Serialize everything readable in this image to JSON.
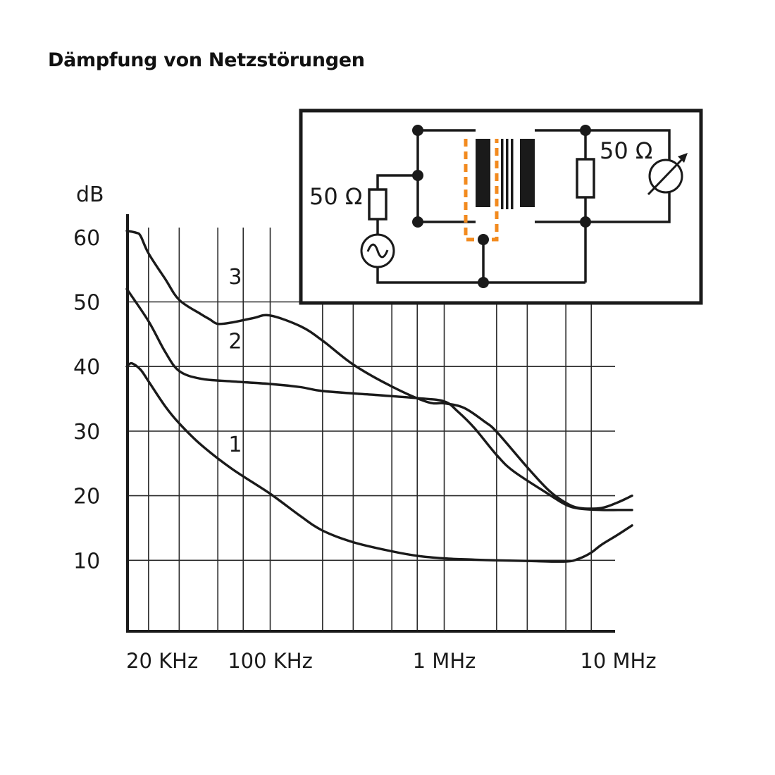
{
  "title": "Dämpfung von Netzstörungen",
  "colors": {
    "ink": "#1a1a1a",
    "shield": "#f28a1e",
    "background": "#ffffff"
  },
  "chart_data": {
    "type": "line",
    "ylabel": "dB",
    "xscale": "log",
    "xunit": "Hz",
    "xlim": [
      15000,
      12500000
    ],
    "ylim": [
      0,
      62
    ],
    "yticks": [
      10,
      20,
      30,
      40,
      50,
      60
    ],
    "xtick_labels": [
      {
        "value": 20000,
        "label": "20 KHz"
      },
      {
        "value": 100000,
        "label": "100 KHz"
      },
      {
        "value": 1000000,
        "label": "1 MHz"
      },
      {
        "value": 10000000,
        "label": "10 MHz"
      }
    ],
    "grid": true,
    "series": [
      {
        "name": "1",
        "points": [
          [
            15000,
            40
          ],
          [
            16000,
            40.5
          ],
          [
            18000,
            39.5
          ],
          [
            20000,
            37.7
          ],
          [
            25000,
            33.8
          ],
          [
            30000,
            31.2
          ],
          [
            40000,
            27.9
          ],
          [
            60000,
            24.2
          ],
          [
            100000,
            20.3
          ],
          [
            150000,
            16.8
          ],
          [
            200000,
            14.6
          ],
          [
            300000,
            12.8
          ],
          [
            500000,
            11.4
          ],
          [
            700000,
            10.7
          ],
          [
            1000000,
            10.3
          ],
          [
            1500000,
            10.1
          ],
          [
            2000000,
            10
          ],
          [
            3000000,
            9.9
          ],
          [
            5000000,
            9.8
          ],
          [
            6000000,
            10.3
          ],
          [
            7000000,
            11.2
          ],
          [
            8000000,
            12.4
          ],
          [
            10000000,
            14
          ],
          [
            12000000,
            15.4
          ]
        ],
        "label_at": [
          63000,
          28
        ]
      },
      {
        "name": "2",
        "points": [
          [
            15000,
            52
          ],
          [
            20000,
            47
          ],
          [
            25000,
            42.2
          ],
          [
            30000,
            39.3
          ],
          [
            40000,
            38.1
          ],
          [
            60000,
            37.7
          ],
          [
            100000,
            37.3
          ],
          [
            150000,
            36.8
          ],
          [
            200000,
            36.2
          ],
          [
            400000,
            35.6
          ],
          [
            700000,
            35.1
          ],
          [
            1000000,
            34.6
          ],
          [
            1200000,
            33
          ],
          [
            1500000,
            30.4
          ],
          [
            2000000,
            26.3
          ],
          [
            2500000,
            23.8
          ],
          [
            4000000,
            20.2
          ],
          [
            5000000,
            18.6
          ],
          [
            6000000,
            18
          ],
          [
            8000000,
            17.8
          ],
          [
            10000000,
            17.8
          ],
          [
            12000000,
            17.8
          ]
        ],
        "label_at": [
          63000,
          44
        ]
      },
      {
        "name": "3",
        "points": [
          [
            15000,
            61
          ],
          [
            17000,
            60.7
          ],
          [
            18000,
            60.2
          ],
          [
            20000,
            57.5
          ],
          [
            25000,
            53.5
          ],
          [
            30000,
            50.3
          ],
          [
            40000,
            48.1
          ],
          [
            45000,
            47.3
          ],
          [
            50000,
            46.6
          ],
          [
            60000,
            46.8
          ],
          [
            80000,
            47.5
          ],
          [
            100000,
            47.9
          ],
          [
            150000,
            46.2
          ],
          [
            200000,
            44
          ],
          [
            300000,
            40.3
          ],
          [
            500000,
            36.9
          ],
          [
            800000,
            34.5
          ],
          [
            1000000,
            34.3
          ],
          [
            1300000,
            33.6
          ],
          [
            1700000,
            31.5
          ],
          [
            2000000,
            29.9
          ],
          [
            3000000,
            24.4
          ],
          [
            4000000,
            20.8
          ],
          [
            5000000,
            18.9
          ],
          [
            6000000,
            18.1
          ],
          [
            8000000,
            18.1
          ],
          [
            10000000,
            19
          ],
          [
            12000000,
            20
          ]
        ],
        "label_at": [
          63000,
          54
        ]
      }
    ]
  },
  "inset": {
    "labels": {
      "source_resistance": "50 Ω",
      "load_resistance": "50 Ω"
    },
    "icons": [
      "ac-source-icon",
      "resistor-icon",
      "transformer-icon",
      "shield-icon",
      "meter-icon"
    ]
  }
}
